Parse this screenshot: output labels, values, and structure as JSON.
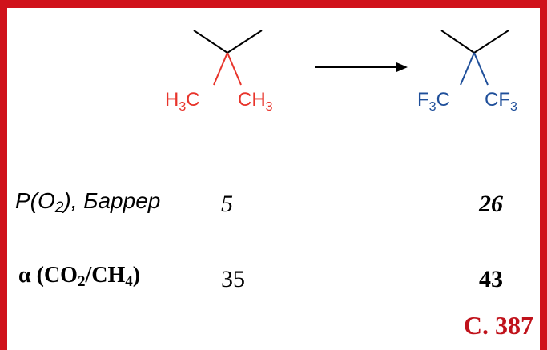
{
  "scheme": {
    "left_molecule": {
      "group_left": {
        "base": "H",
        "sub": "3",
        "tail": "C"
      },
      "group_right": {
        "base": "CH",
        "sub": "3"
      },
      "color": "#e8342b"
    },
    "right_molecule": {
      "group_left": {
        "base": "F",
        "sub": "3",
        "tail": "C"
      },
      "group_right": {
        "base": "CF",
        "sub": "3"
      },
      "color": "#1f4f9a"
    },
    "arrow_icon": "right-arrow-icon"
  },
  "rows": [
    {
      "label_pre": "P(O",
      "label_sub": "2",
      "label_post": "), Баррер",
      "left_value": "5",
      "right_value": "26"
    },
    {
      "label_pre": "α (CO",
      "label_sub": "2",
      "label_mid": "/CH",
      "label_sub2": "4",
      "label_post": ")",
      "left_value": "35",
      "right_value": "43"
    }
  ],
  "page_reference": "С. 387",
  "colors": {
    "frame": "#d0121b",
    "reference_text": "#c0121b"
  }
}
